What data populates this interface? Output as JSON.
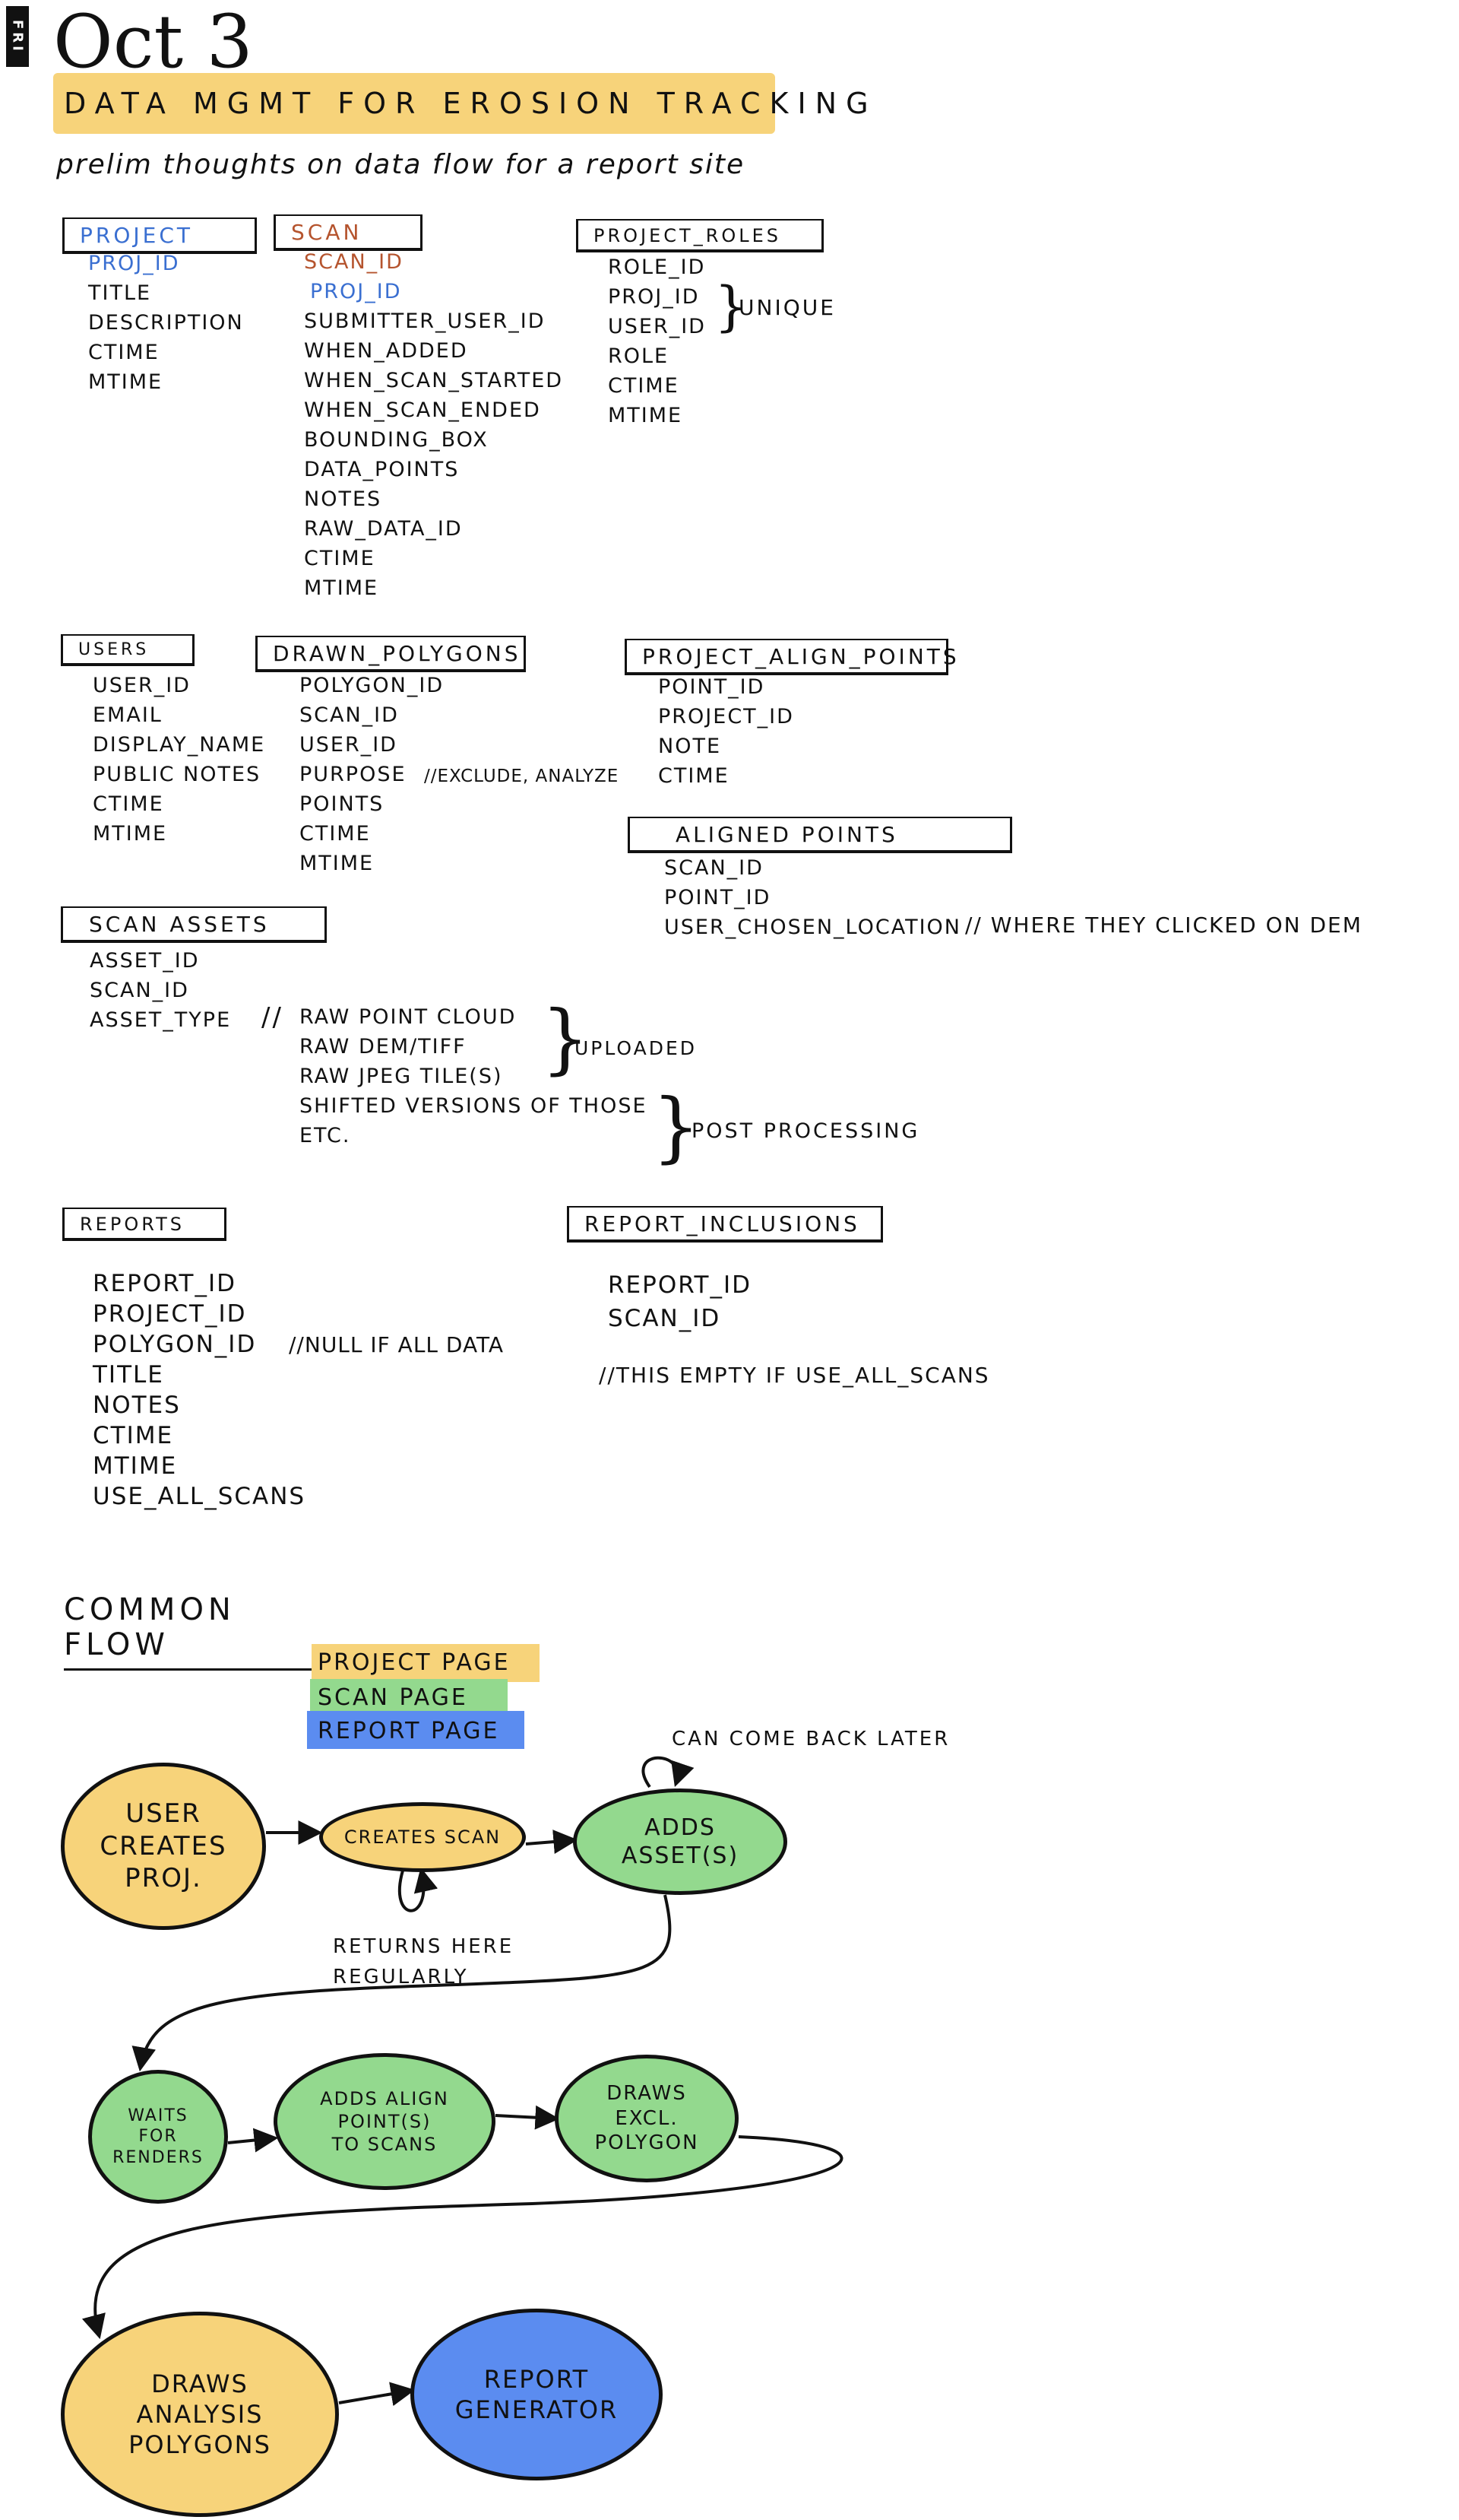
{
  "header": {
    "day_badge": "FRI",
    "date": "Oct 3",
    "title": "DATA MGMT FOR EROSION TRACKING",
    "subtitle": "prelim thoughts on data flow for a report site"
  },
  "colors": {
    "yellow": "#f7d37a",
    "green": "#93d98e",
    "blue": "#5b8cf0",
    "project_blue_text": "#3a6fd1",
    "scan_red_text": "#b5542e"
  },
  "tables": {
    "project": {
      "title": "PROJECT",
      "fields": [
        "PROJ_ID",
        "TITLE",
        "DESCRIPTION",
        "CTIME",
        "MTIME"
      ]
    },
    "scan": {
      "title": "SCAN",
      "fields": [
        "SCAN_ID",
        "PROJ_ID",
        "SUBMITTER_USER_ID",
        "WHEN_ADDED",
        "WHEN_SCAN_STARTED",
        "WHEN_SCAN_ENDED",
        "BOUNDING_BOX",
        "DATA_POINTS",
        "NOTES",
        "RAW_DATA_ID",
        "CTIME",
        "MTIME"
      ]
    },
    "project_roles": {
      "title": "PROJECT_ROLES",
      "fields": [
        "ROLE_ID",
        "PROJ_ID",
        "USER_ID",
        "ROLE",
        "CTIME",
        "MTIME"
      ],
      "unique_note": "UNIQUE"
    },
    "users": {
      "title": "USERS",
      "fields": [
        "USER_ID",
        "EMAIL",
        "DISPLAY_NAME",
        "PUBLIC NOTES",
        "CTIME",
        "MTIME"
      ]
    },
    "drawn_polygons": {
      "title": "DRAWN_POLYGONS",
      "fields": [
        "POLYGON_ID",
        "SCAN_ID",
        "USER_ID",
        "PURPOSE",
        "POINTS",
        "CTIME",
        "MTIME"
      ],
      "purpose_note": "//EXCLUDE, ANALYZE"
    },
    "project_align_points": {
      "title": "PROJECT_ALIGN_POINTS",
      "fields": [
        "POINT_ID",
        "PROJECT_ID",
        "NOTE",
        "CTIME"
      ]
    },
    "aligned_points": {
      "title": "ALIGNED POINTS",
      "fields": [
        "SCAN_ID",
        "POINT_ID",
        "USER_CHOSEN_LOCATION"
      ],
      "location_note": "// WHERE THEY CLICKED ON DEM"
    },
    "scan_assets": {
      "title": "SCAN ASSETS",
      "fields": [
        "ASSET_ID",
        "SCAN_ID",
        "ASSET_TYPE"
      ],
      "asset_types": [
        "RAW POINT CLOUD",
        "RAW DEM/TIFF",
        "RAW JPEG TILE(S)",
        "SHIFTED VERSIONS OF THOSE",
        "ETC."
      ],
      "type_prefix": "//",
      "uploaded_note": "UPLOADED",
      "post_note": "POST PROCESSING"
    },
    "reports": {
      "title": "REPORTS",
      "fields": [
        "REPORT_ID",
        "PROJECT_ID",
        "POLYGON_ID",
        "TITLE",
        "NOTES",
        "CTIME",
        "MTIME",
        "USE_ALL_SCANS"
      ],
      "polygon_note": "//NULL IF ALL DATA"
    },
    "report_inclusions": {
      "title": "REPORT_INCLUSIONS",
      "fields": [
        "REPORT_ID",
        "SCAN_ID"
      ],
      "note": "//THIS EMPTY IF USE_ALL_SCANS"
    }
  },
  "flow": {
    "title": "COMMON FLOW",
    "legend": [
      "PROJECT PAGE",
      "SCAN PAGE",
      "REPORT PAGE"
    ],
    "nodes": {
      "user_creates_proj": "USER\nCREATES\nPROJ.",
      "creates_scan": "CREATES SCAN",
      "adds_assets": "ADDS\nASSET(S)",
      "waits_for_renders": "WAITS\nFOR\nRENDERS",
      "adds_align_points": "ADDS ALIGN\nPOINT(S)\nTO SCANS",
      "draws_excl_polygon": "DRAWS\nEXCL.\nPOLYGON",
      "draws_analysis_polygons": "DRAWS\nANALYSIS\nPOLYGONS",
      "report_generator": "REPORT\nGENERATOR"
    },
    "notes": {
      "can_come_back_later": "CAN COME BACK LATER",
      "returns_here_regularly": "RETURNS HERE\nREGULARLY"
    }
  }
}
